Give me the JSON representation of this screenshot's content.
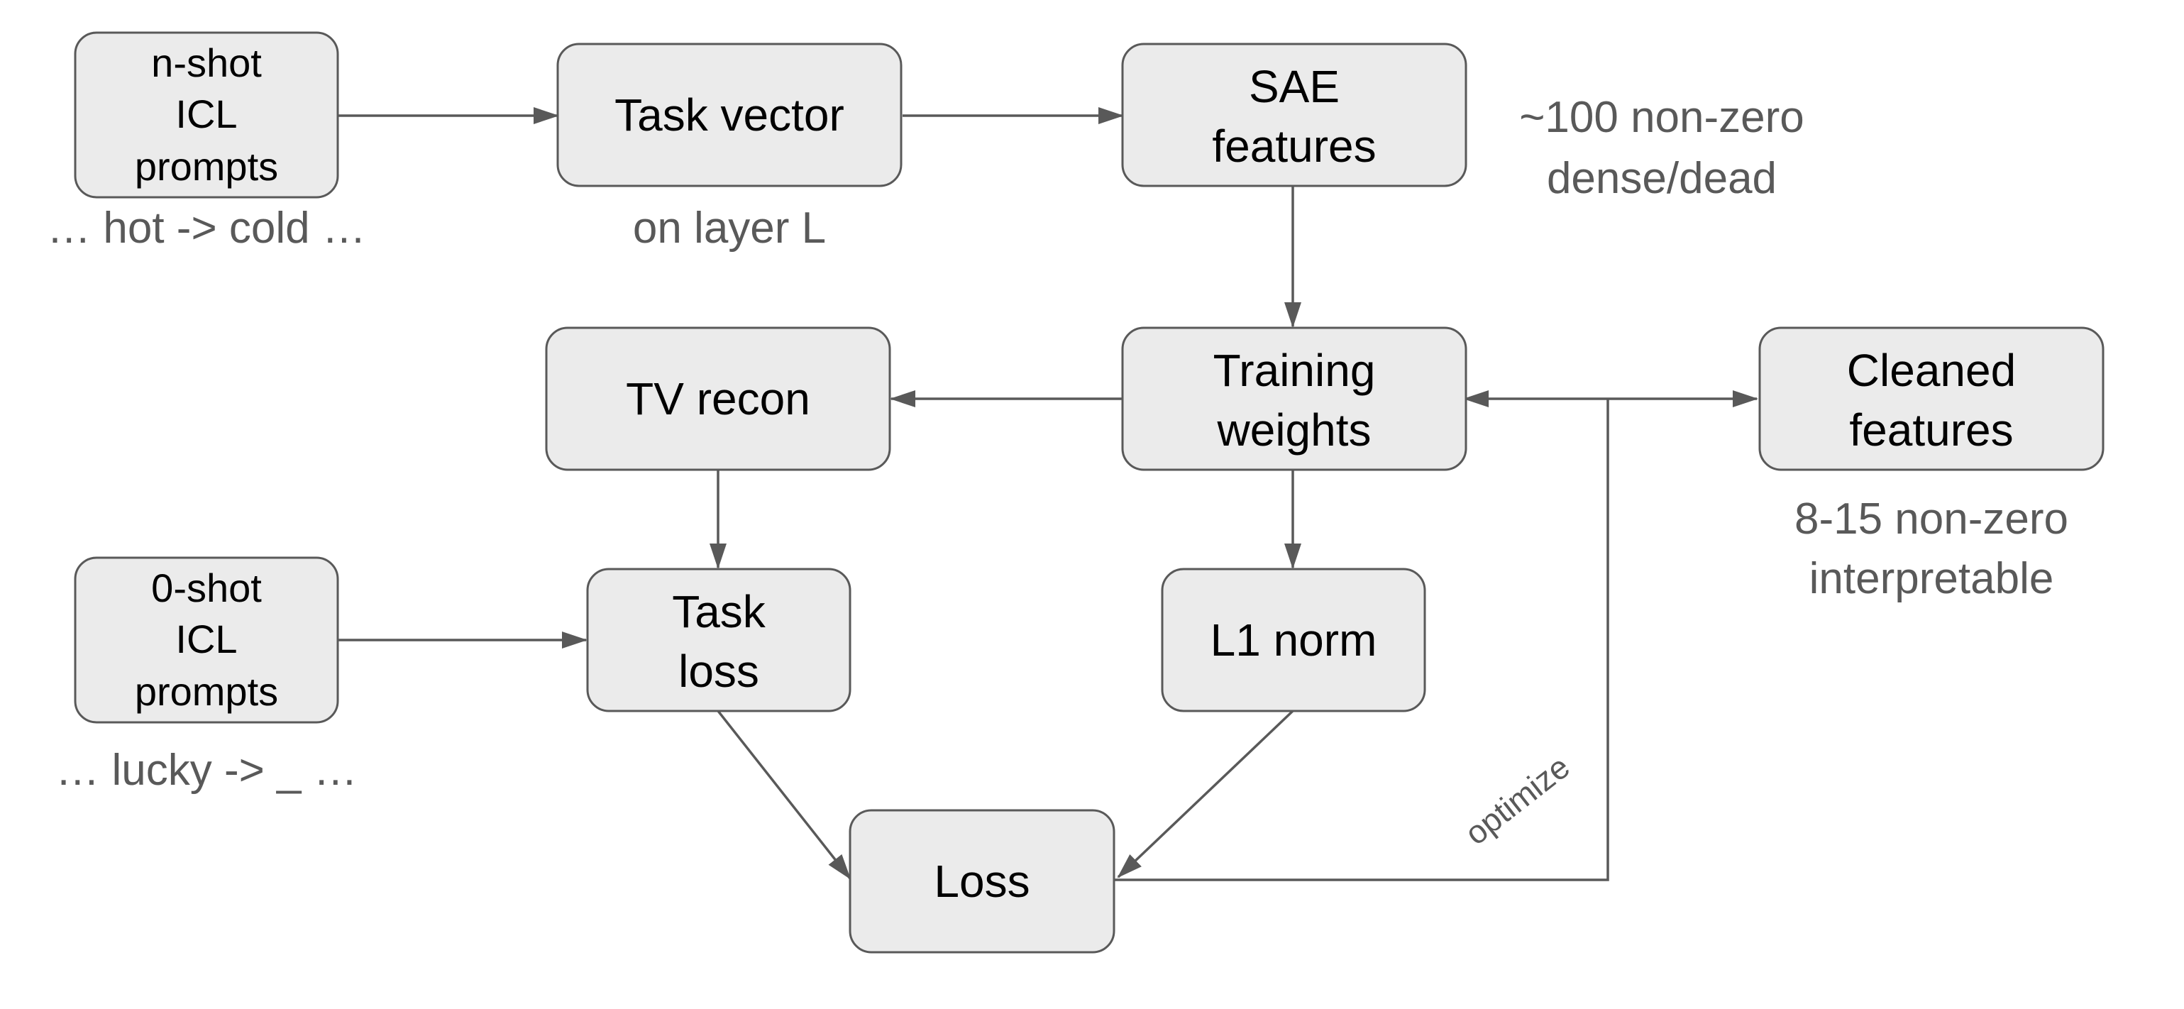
{
  "nodes": {
    "nshot": {
      "lines": [
        "n-shot",
        "ICL",
        "prompts"
      ]
    },
    "task_vector": {
      "lines": [
        "Task vector"
      ]
    },
    "sae": {
      "lines": [
        "SAE",
        "features"
      ]
    },
    "tv_recon": {
      "lines": [
        "TV recon"
      ]
    },
    "training": {
      "lines": [
        "Training",
        "weights"
      ]
    },
    "cleaned": {
      "lines": [
        "Cleaned",
        "features"
      ]
    },
    "zeroshot": {
      "lines": [
        "0-shot",
        "ICL",
        "prompts"
      ]
    },
    "task_loss": {
      "lines": [
        "Task",
        "loss"
      ]
    },
    "l1": {
      "lines": [
        "L1 norm"
      ]
    },
    "loss": {
      "lines": [
        "Loss"
      ]
    }
  },
  "captions": {
    "nshot_example": "… hot -> cold …",
    "layer": "on layer L",
    "sae_count": [
      "~100 non-zero",
      "dense/dead"
    ],
    "cleaned_count": [
      "8-15 non-zero",
      "interpretable"
    ],
    "zeroshot_example": "… lucky -> _ …"
  },
  "edge_labels": {
    "optimize": "optimize"
  },
  "colors": {
    "box_fill": "#ebebeb",
    "stroke": "#595959",
    "caption_text": "#595959",
    "box_text": "#000000"
  }
}
